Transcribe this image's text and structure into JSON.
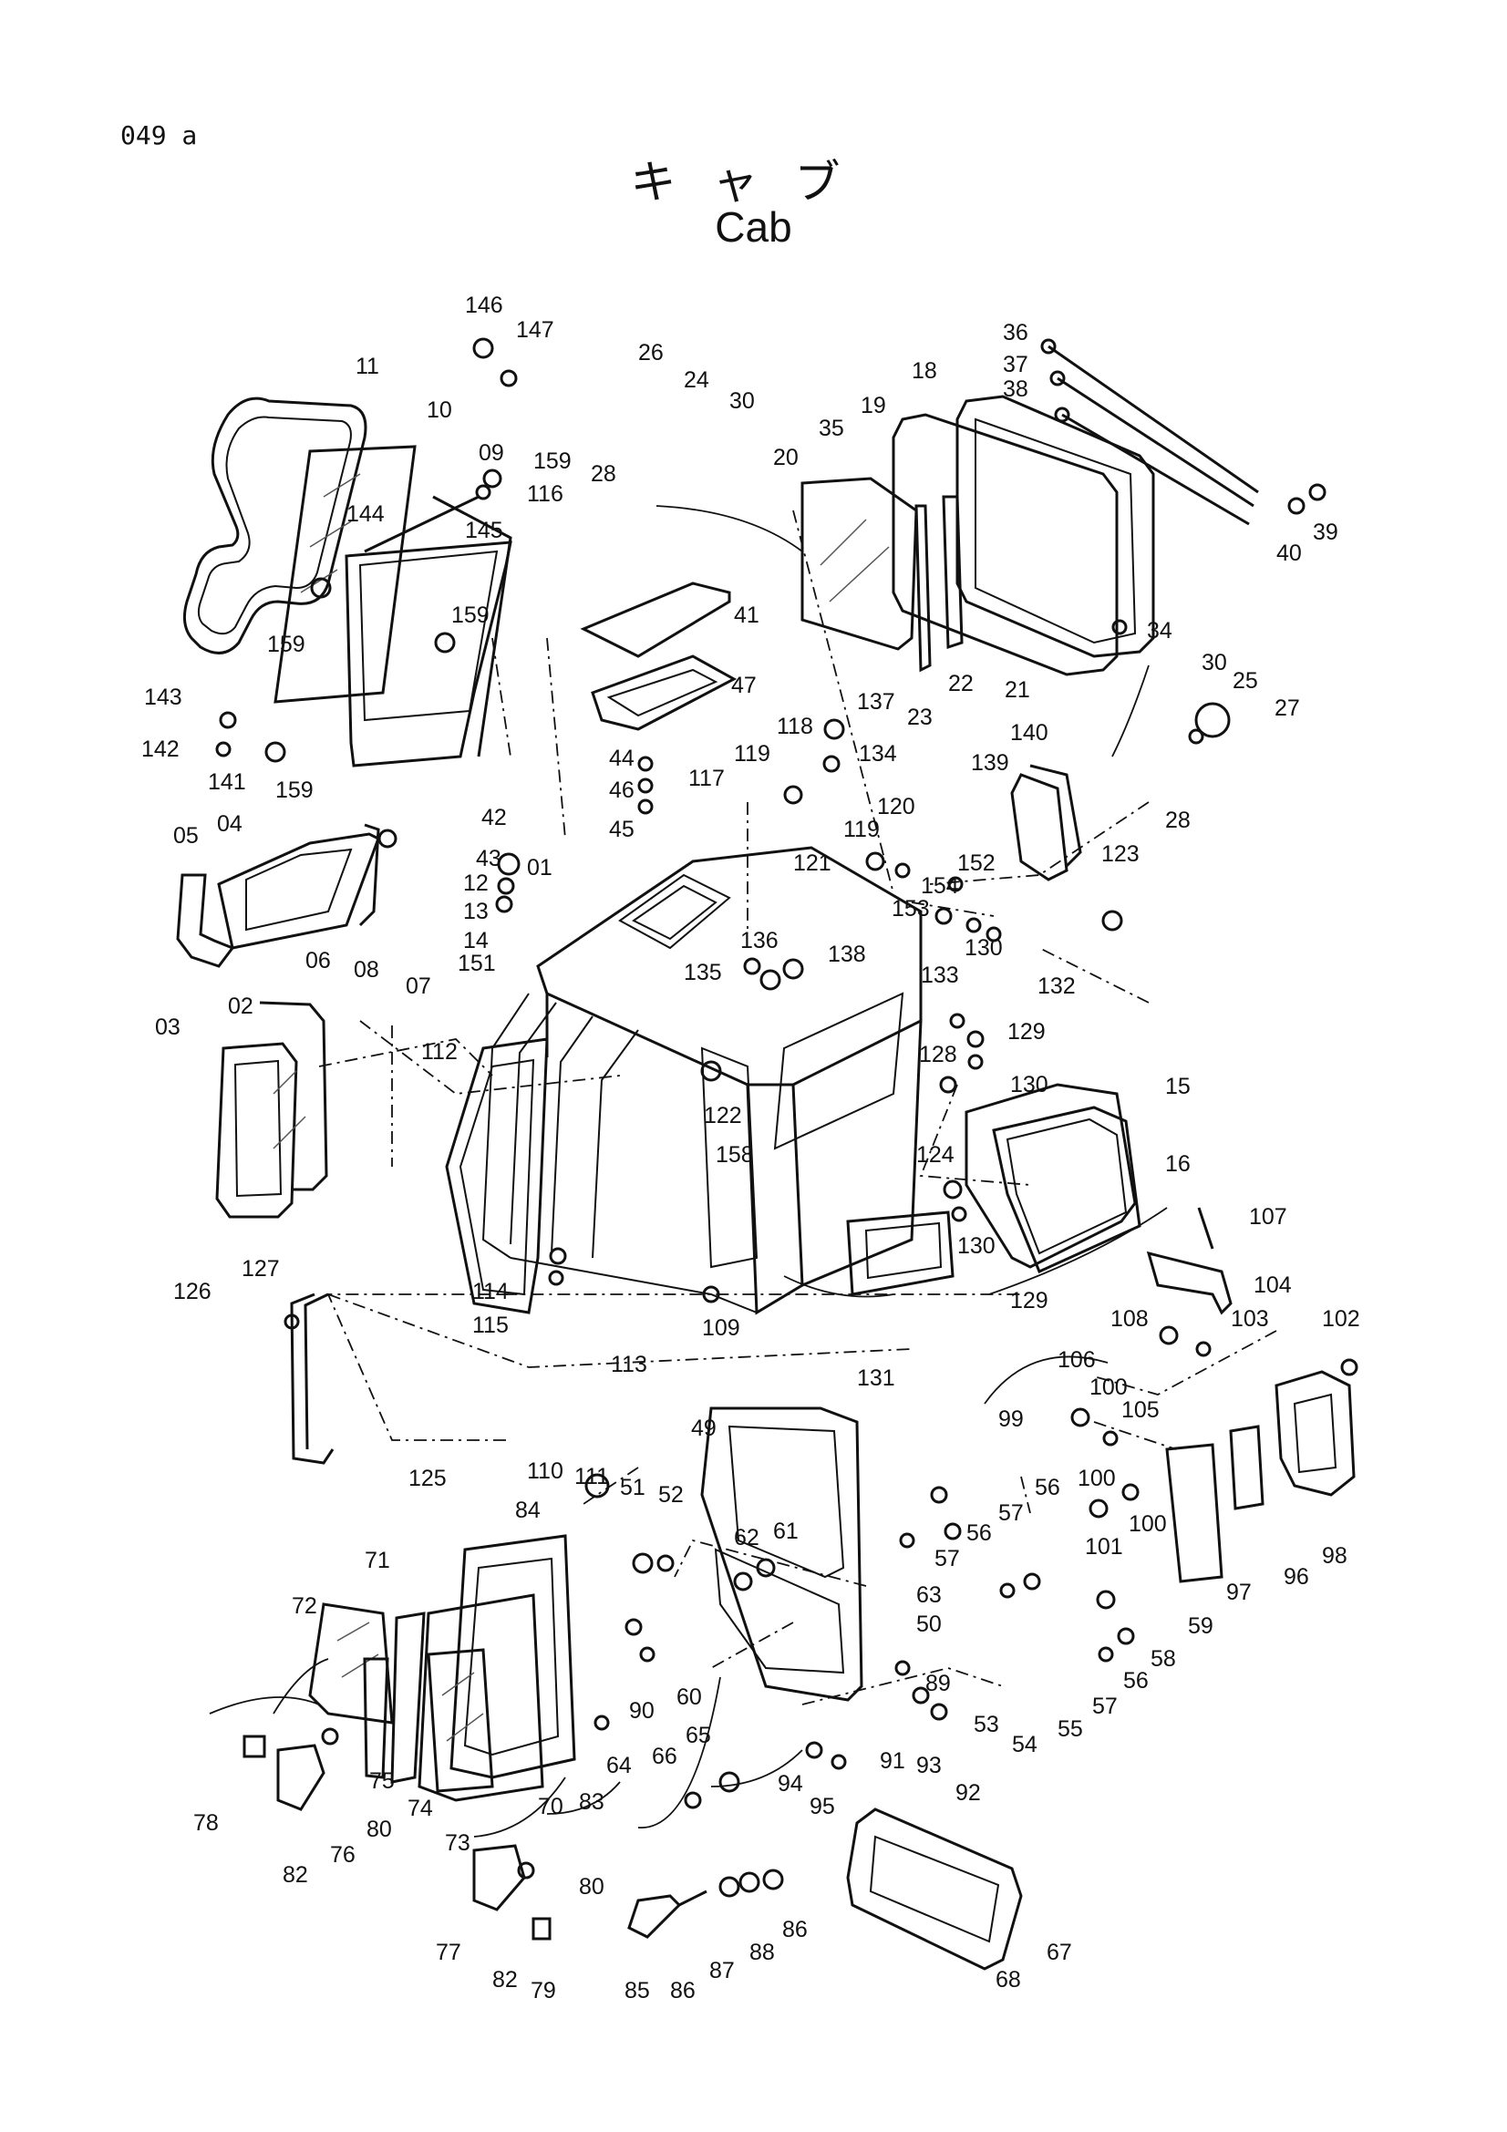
{
  "header": {
    "page_code": "049 a",
    "title_jp": "キャブ",
    "title_en": "Cab"
  },
  "callouts": [
    {
      "id": "146",
      "text": "146"
    },
    {
      "id": "147",
      "text": "147"
    },
    {
      "id": "11",
      "text": "11"
    },
    {
      "id": "10",
      "text": "10"
    },
    {
      "id": "09",
      "text": "09"
    },
    {
      "id": "159a",
      "text": "159"
    },
    {
      "id": "116",
      "text": "116"
    },
    {
      "id": "144",
      "text": "144"
    },
    {
      "id": "145",
      "text": "145"
    },
    {
      "id": "159b",
      "text": "159"
    },
    {
      "id": "159c",
      "text": "159"
    },
    {
      "id": "143",
      "text": "143"
    },
    {
      "id": "142",
      "text": "142"
    },
    {
      "id": "141",
      "text": "141"
    },
    {
      "id": "159d",
      "text": "159"
    },
    {
      "id": "04",
      "text": "04"
    },
    {
      "id": "05",
      "text": "05"
    },
    {
      "id": "06",
      "text": "06"
    },
    {
      "id": "08",
      "text": "08"
    },
    {
      "id": "07",
      "text": "07"
    },
    {
      "id": "26",
      "text": "26"
    },
    {
      "id": "24",
      "text": "24"
    },
    {
      "id": "30a",
      "text": "30"
    },
    {
      "id": "28a",
      "text": "28"
    },
    {
      "id": "20",
      "text": "20"
    },
    {
      "id": "35",
      "text": "35"
    },
    {
      "id": "19",
      "text": "19"
    },
    {
      "id": "18",
      "text": "18"
    },
    {
      "id": "36",
      "text": "36"
    },
    {
      "id": "37",
      "text": "37"
    },
    {
      "id": "38",
      "text": "38"
    },
    {
      "id": "39",
      "text": "39"
    },
    {
      "id": "40",
      "text": "40"
    },
    {
      "id": "34",
      "text": "34"
    },
    {
      "id": "23",
      "text": "23"
    },
    {
      "id": "22",
      "text": "22"
    },
    {
      "id": "21",
      "text": "21"
    },
    {
      "id": "30b",
      "text": "30"
    },
    {
      "id": "25",
      "text": "25"
    },
    {
      "id": "27",
      "text": "27"
    },
    {
      "id": "28b",
      "text": "28"
    },
    {
      "id": "41",
      "text": "41"
    },
    {
      "id": "47",
      "text": "47"
    },
    {
      "id": "42",
      "text": "42"
    },
    {
      "id": "43",
      "text": "43"
    },
    {
      "id": "44",
      "text": "44"
    },
    {
      "id": "46",
      "text": "46"
    },
    {
      "id": "45",
      "text": "45"
    },
    {
      "id": "12",
      "text": "12"
    },
    {
      "id": "13",
      "text": "13"
    },
    {
      "id": "14",
      "text": "14"
    },
    {
      "id": "01",
      "text": "01"
    },
    {
      "id": "117",
      "text": "117"
    },
    {
      "id": "119a",
      "text": "119"
    },
    {
      "id": "118",
      "text": "118"
    },
    {
      "id": "137",
      "text": "137"
    },
    {
      "id": "134",
      "text": "134"
    },
    {
      "id": "139",
      "text": "139"
    },
    {
      "id": "140",
      "text": "140"
    },
    {
      "id": "120",
      "text": "120"
    },
    {
      "id": "119b",
      "text": "119"
    },
    {
      "id": "121",
      "text": "121"
    },
    {
      "id": "152",
      "text": "152"
    },
    {
      "id": "154",
      "text": "154"
    },
    {
      "id": "153",
      "text": "153"
    },
    {
      "id": "123",
      "text": "123"
    },
    {
      "id": "130a",
      "text": "130"
    },
    {
      "id": "151",
      "text": "151"
    },
    {
      "id": "136",
      "text": "136"
    },
    {
      "id": "135",
      "text": "135"
    },
    {
      "id": "138",
      "text": "138"
    },
    {
      "id": "133",
      "text": "133"
    },
    {
      "id": "132",
      "text": "132"
    },
    {
      "id": "129a",
      "text": "129"
    },
    {
      "id": "02",
      "text": "02"
    },
    {
      "id": "03",
      "text": "03"
    },
    {
      "id": "112",
      "text": "112"
    },
    {
      "id": "128",
      "text": "128"
    },
    {
      "id": "130b",
      "text": "130"
    },
    {
      "id": "15",
      "text": "15"
    },
    {
      "id": "122",
      "text": "122"
    },
    {
      "id": "158",
      "text": "158"
    },
    {
      "id": "16",
      "text": "16"
    },
    {
      "id": "124",
      "text": "124"
    },
    {
      "id": "107",
      "text": "107"
    },
    {
      "id": "130c",
      "text": "130"
    },
    {
      "id": "129b",
      "text": "129"
    },
    {
      "id": "104",
      "text": "104"
    },
    {
      "id": "108",
      "text": "108"
    },
    {
      "id": "103",
      "text": "103"
    },
    {
      "id": "102",
      "text": "102"
    },
    {
      "id": "126",
      "text": "126"
    },
    {
      "id": "127",
      "text": "127"
    },
    {
      "id": "114",
      "text": "114"
    },
    {
      "id": "115",
      "text": "115"
    },
    {
      "id": "109",
      "text": "109"
    },
    {
      "id": "113",
      "text": "113"
    },
    {
      "id": "131",
      "text": "131"
    },
    {
      "id": "106",
      "text": "106"
    },
    {
      "id": "100a",
      "text": "100"
    },
    {
      "id": "105",
      "text": "105"
    },
    {
      "id": "99",
      "text": "99"
    },
    {
      "id": "100b",
      "text": "100"
    },
    {
      "id": "49",
      "text": "49"
    },
    {
      "id": "125",
      "text": "125"
    },
    {
      "id": "110",
      "text": "110"
    },
    {
      "id": "111",
      "text": "111"
    },
    {
      "id": "51",
      "text": "51"
    },
    {
      "id": "52",
      "text": "52"
    },
    {
      "id": "84",
      "text": "84"
    },
    {
      "id": "62",
      "text": "62"
    },
    {
      "id": "61",
      "text": "61"
    },
    {
      "id": "56a",
      "text": "56"
    },
    {
      "id": "57a",
      "text": "57"
    },
    {
      "id": "56b",
      "text": "56"
    },
    {
      "id": "100c",
      "text": "100"
    },
    {
      "id": "98",
      "text": "98"
    },
    {
      "id": "57b",
      "text": "57"
    },
    {
      "id": "101",
      "text": "101"
    },
    {
      "id": "96",
      "text": "96"
    },
    {
      "id": "97",
      "text": "97"
    },
    {
      "id": "71",
      "text": "71"
    },
    {
      "id": "63",
      "text": "63"
    },
    {
      "id": "50",
      "text": "50"
    },
    {
      "id": "59",
      "text": "59"
    },
    {
      "id": "72",
      "text": "72"
    },
    {
      "id": "58",
      "text": "58"
    },
    {
      "id": "56c",
      "text": "56"
    },
    {
      "id": "60",
      "text": "60"
    },
    {
      "id": "90",
      "text": "90"
    },
    {
      "id": "89",
      "text": "89"
    },
    {
      "id": "57c",
      "text": "57"
    },
    {
      "id": "53",
      "text": "53"
    },
    {
      "id": "54",
      "text": "54"
    },
    {
      "id": "55",
      "text": "55"
    },
    {
      "id": "75",
      "text": "75"
    },
    {
      "id": "70",
      "text": "70"
    },
    {
      "id": "65",
      "text": "65"
    },
    {
      "id": "91",
      "text": "91"
    },
    {
      "id": "93",
      "text": "93"
    },
    {
      "id": "92",
      "text": "92"
    },
    {
      "id": "74",
      "text": "74"
    },
    {
      "id": "83",
      "text": "83"
    },
    {
      "id": "80a",
      "text": "80"
    },
    {
      "id": "78",
      "text": "78"
    },
    {
      "id": "76",
      "text": "76"
    },
    {
      "id": "73",
      "text": "73"
    },
    {
      "id": "64",
      "text": "64"
    },
    {
      "id": "66",
      "text": "66"
    },
    {
      "id": "94",
      "text": "94"
    },
    {
      "id": "95",
      "text": "95"
    },
    {
      "id": "82a",
      "text": "82"
    },
    {
      "id": "80b",
      "text": "80"
    },
    {
      "id": "67",
      "text": "67"
    },
    {
      "id": "86a",
      "text": "86"
    },
    {
      "id": "77",
      "text": "77"
    },
    {
      "id": "88",
      "text": "88"
    },
    {
      "id": "87",
      "text": "87"
    },
    {
      "id": "68",
      "text": "68"
    },
    {
      "id": "82b",
      "text": "82"
    },
    {
      "id": "79",
      "text": "79"
    },
    {
      "id": "85",
      "text": "85"
    },
    {
      "id": "86b",
      "text": "86"
    }
  ]
}
